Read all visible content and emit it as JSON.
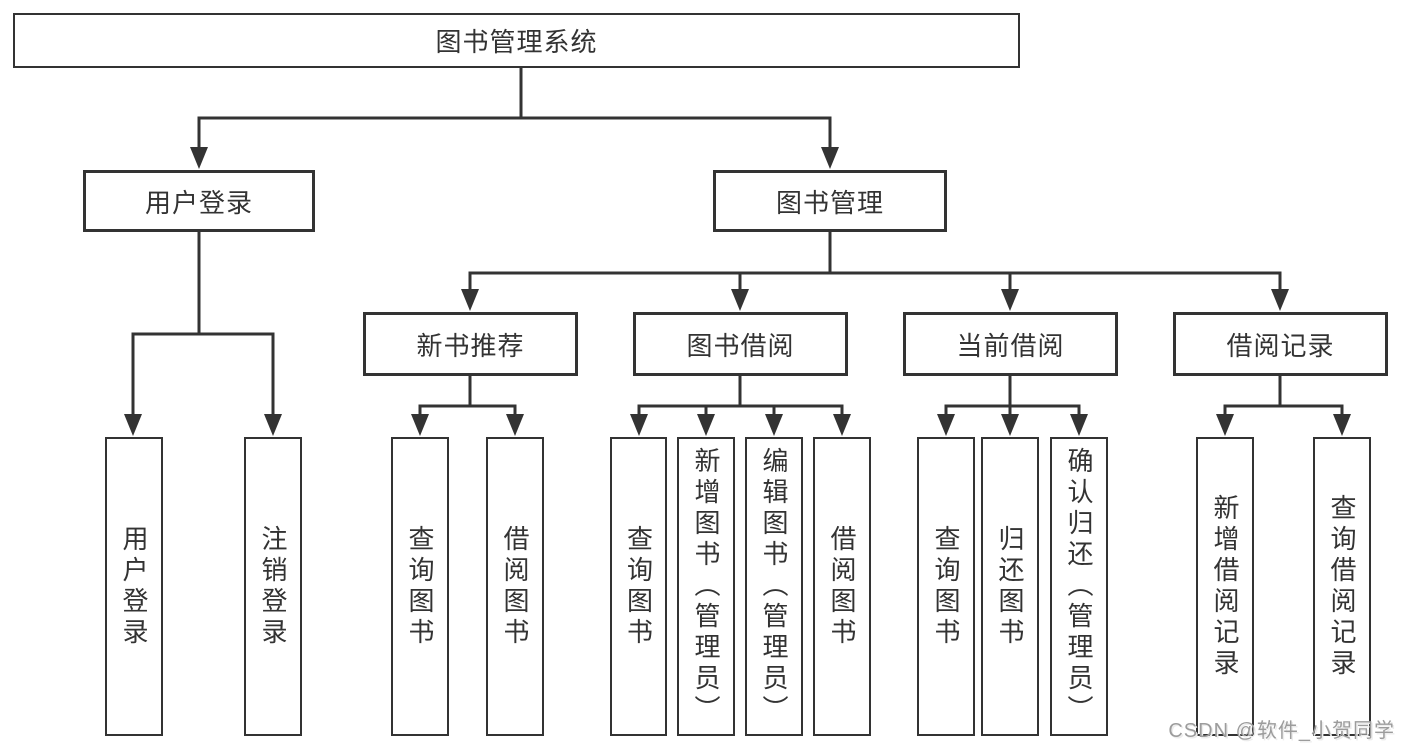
{
  "title": "图书管理系统",
  "level2": [
    {
      "label": "用户登录"
    },
    {
      "label": "图书管理"
    }
  ],
  "level3": [
    {
      "label": "新书推荐"
    },
    {
      "label": "图书借阅"
    },
    {
      "label": "当前借阅"
    },
    {
      "label": "借阅记录"
    }
  ],
  "leaves": [
    {
      "label": "用户登录",
      "parent": "用户登录"
    },
    {
      "label": "注销登录",
      "parent": "用户登录"
    },
    {
      "label": "查询图书",
      "parent": "新书推荐"
    },
    {
      "label": "借阅图书",
      "parent": "新书推荐"
    },
    {
      "label": "查询图书",
      "parent": "图书借阅"
    },
    {
      "label": "新增图书（管理员）",
      "parent": "图书借阅"
    },
    {
      "label": "编辑图书（管理员）",
      "parent": "图书借阅"
    },
    {
      "label": "借阅图书",
      "parent": "图书借阅"
    },
    {
      "label": "查询图书",
      "parent": "当前借阅"
    },
    {
      "label": "归还图书",
      "parent": "当前借阅"
    },
    {
      "label": "确认归还（管理员）",
      "parent": "当前借阅"
    },
    {
      "label": "新增借阅记录",
      "parent": "借阅记录"
    },
    {
      "label": "查询借阅记录",
      "parent": "借阅记录"
    }
  ],
  "watermark": "CSDN @软件_小贺同学",
  "colors": {
    "line": "#333333",
    "box_border": "#333333",
    "box_fill": "#ffffff",
    "text": "#333333",
    "watermark": "#9c9c9c",
    "background": "#ffffff"
  }
}
